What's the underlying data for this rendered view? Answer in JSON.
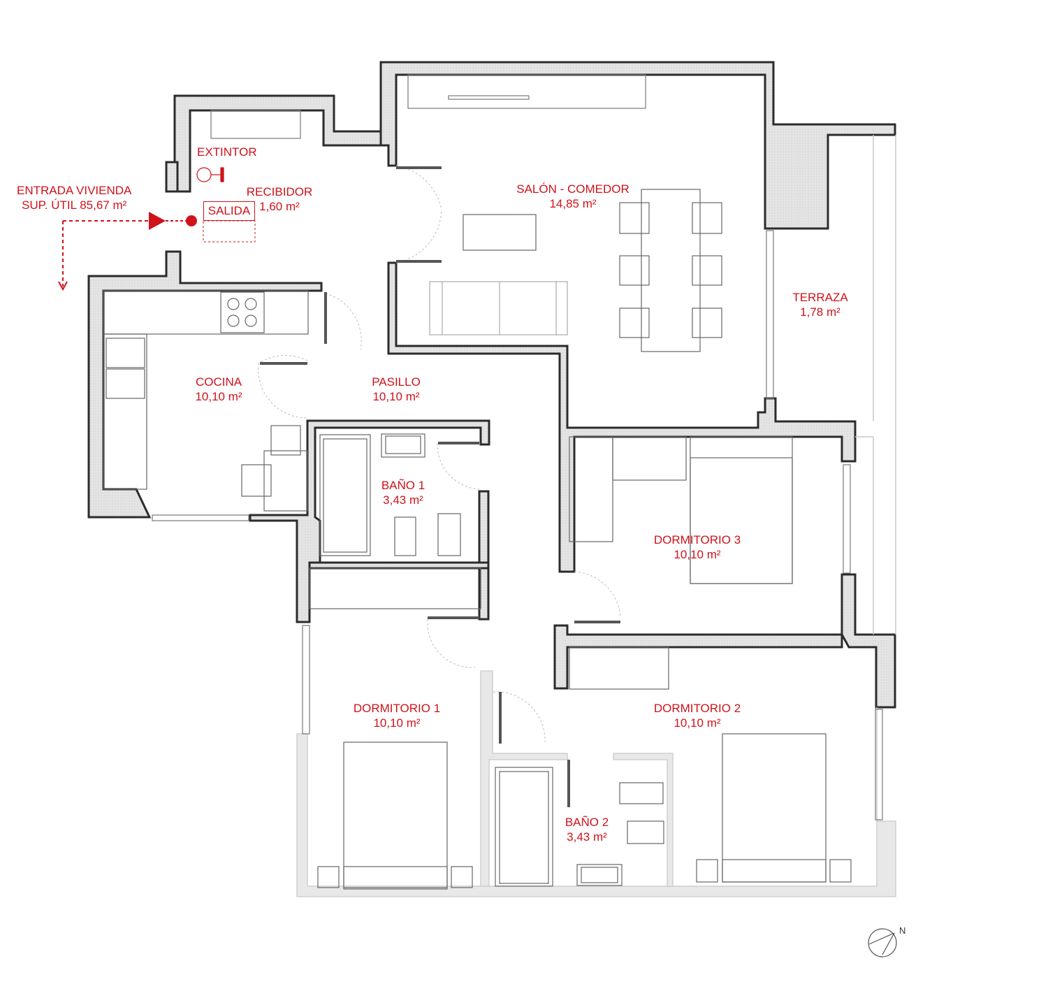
{
  "plan": {
    "entrance": {
      "title": "ENTRADA VIVIENDA",
      "area": "SUP. ÚTIL 85,67 m²"
    },
    "exit_label": "SALIDA",
    "extinguisher_label": "EXTINTOR",
    "north_label": "N",
    "rooms": [
      {
        "id": "recibidor",
        "name": "RECIBIDOR",
        "area": "1,60 m²"
      },
      {
        "id": "salon",
        "name": "SALÓN - COMEDOR",
        "area": "14,85 m²"
      },
      {
        "id": "terraza",
        "name": "TERRAZA",
        "area": "1,78 m²"
      },
      {
        "id": "cocina",
        "name": "COCINA",
        "area": "10,10 m²"
      },
      {
        "id": "pasillo",
        "name": "PASILLO",
        "area": "10,10 m²"
      },
      {
        "id": "bano1",
        "name": "BAÑO 1",
        "area": "3,43 m²"
      },
      {
        "id": "dormitorio3",
        "name": "DORMITORIO 3",
        "area": "10,10 m²"
      },
      {
        "id": "dormitorio1",
        "name": "DORMITORIO 1",
        "area": "10,10 m²"
      },
      {
        "id": "dormitorio2",
        "name": "DORMITORIO 2",
        "area": "10,10 m²"
      },
      {
        "id": "bano2",
        "name": "BAÑO 2",
        "area": "3,43 m²"
      }
    ],
    "colors": {
      "wall": "#2b2b2b",
      "wall_fill": "#e2e2e2",
      "annotation": "#d0121b",
      "furniture": "#555555"
    }
  }
}
